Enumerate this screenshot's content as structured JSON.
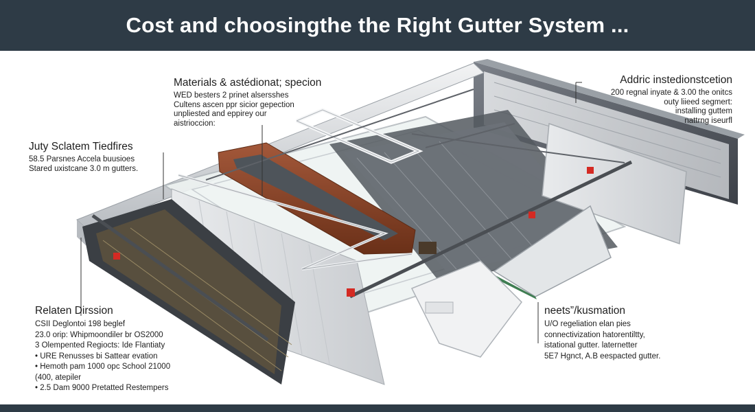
{
  "header": {
    "title": "Cost and choosingthe the Right Gutter System ..."
  },
  "callouts": {
    "top_center": {
      "title": "Materials & astédionat; specion",
      "lines": [
        "WED besters 2 prinet alsersshes",
        "Cultens ascen ppr sicior gepection",
        "unpliested and eppirey our",
        "aistrioccion:"
      ]
    },
    "top_right": {
      "title": "Addric instedionstcetion",
      "lines": [
        "200 regnal inyate & 3.00 the onitcs",
        "outy liieed segmert:",
        "installing guttem",
        "nattrng iseurfl"
      ]
    },
    "mid_left": {
      "title": "Juty Sclatem Tiedfires",
      "lines": [
        "58.5 Parsnes Accela buusioes",
        "Stared uxistcane 3.0 m gutters."
      ]
    },
    "bottom_left": {
      "title": "Relaten Dirssion",
      "lines": [
        "CSII Deglontoi 198 beglef",
        "23.0 orip: Whipmoondiler br OS2000",
        "3 Olempented Regiocts: Ide Flantiaty",
        "• URE Renusses bi Sattear evation",
        "• Hemoth pam 1000 opc School 21000",
        "(400, atepiler",
        "• 2.5 Dam 9000 Pretatted Restempers"
      ]
    },
    "bottom_right": {
      "title": "neets”/kusmation",
      "lines": [
        "U/O regeliation elan pies",
        "connectivization hatorentiltty,",
        "istational gutter. laternetter",
        "5E7 Hgnct, A.B eespacted gutter."
      ]
    }
  },
  "colors": {
    "header_bg": "#2e3b46",
    "accent_red": "#d42a23",
    "wood_brown": "#8a4428",
    "metal_dark": "#5c6168",
    "metal_light": "#d8dbdf",
    "glass_green": "#3f7d52"
  }
}
